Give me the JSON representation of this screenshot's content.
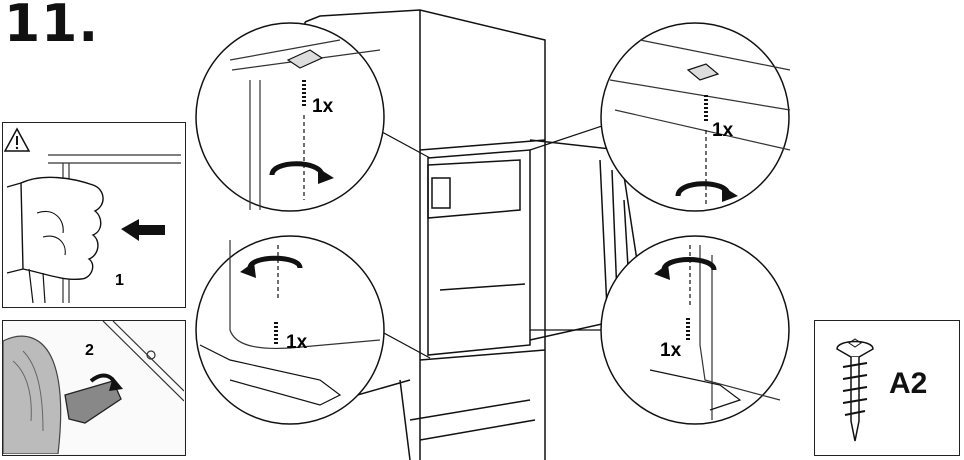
{
  "step": {
    "number": "11."
  },
  "warning_panel": {
    "icon": "warning-triangle-icon",
    "step_label": "1"
  },
  "tool_panel": {
    "step_label": "2"
  },
  "callouts": {
    "top_left_qty": "1x",
    "top_right_qty": "1x",
    "bottom_left_qty": "1x",
    "bottom_right_qty": "1x"
  },
  "part_panel": {
    "code": "A2",
    "icon": "screw-icon"
  }
}
